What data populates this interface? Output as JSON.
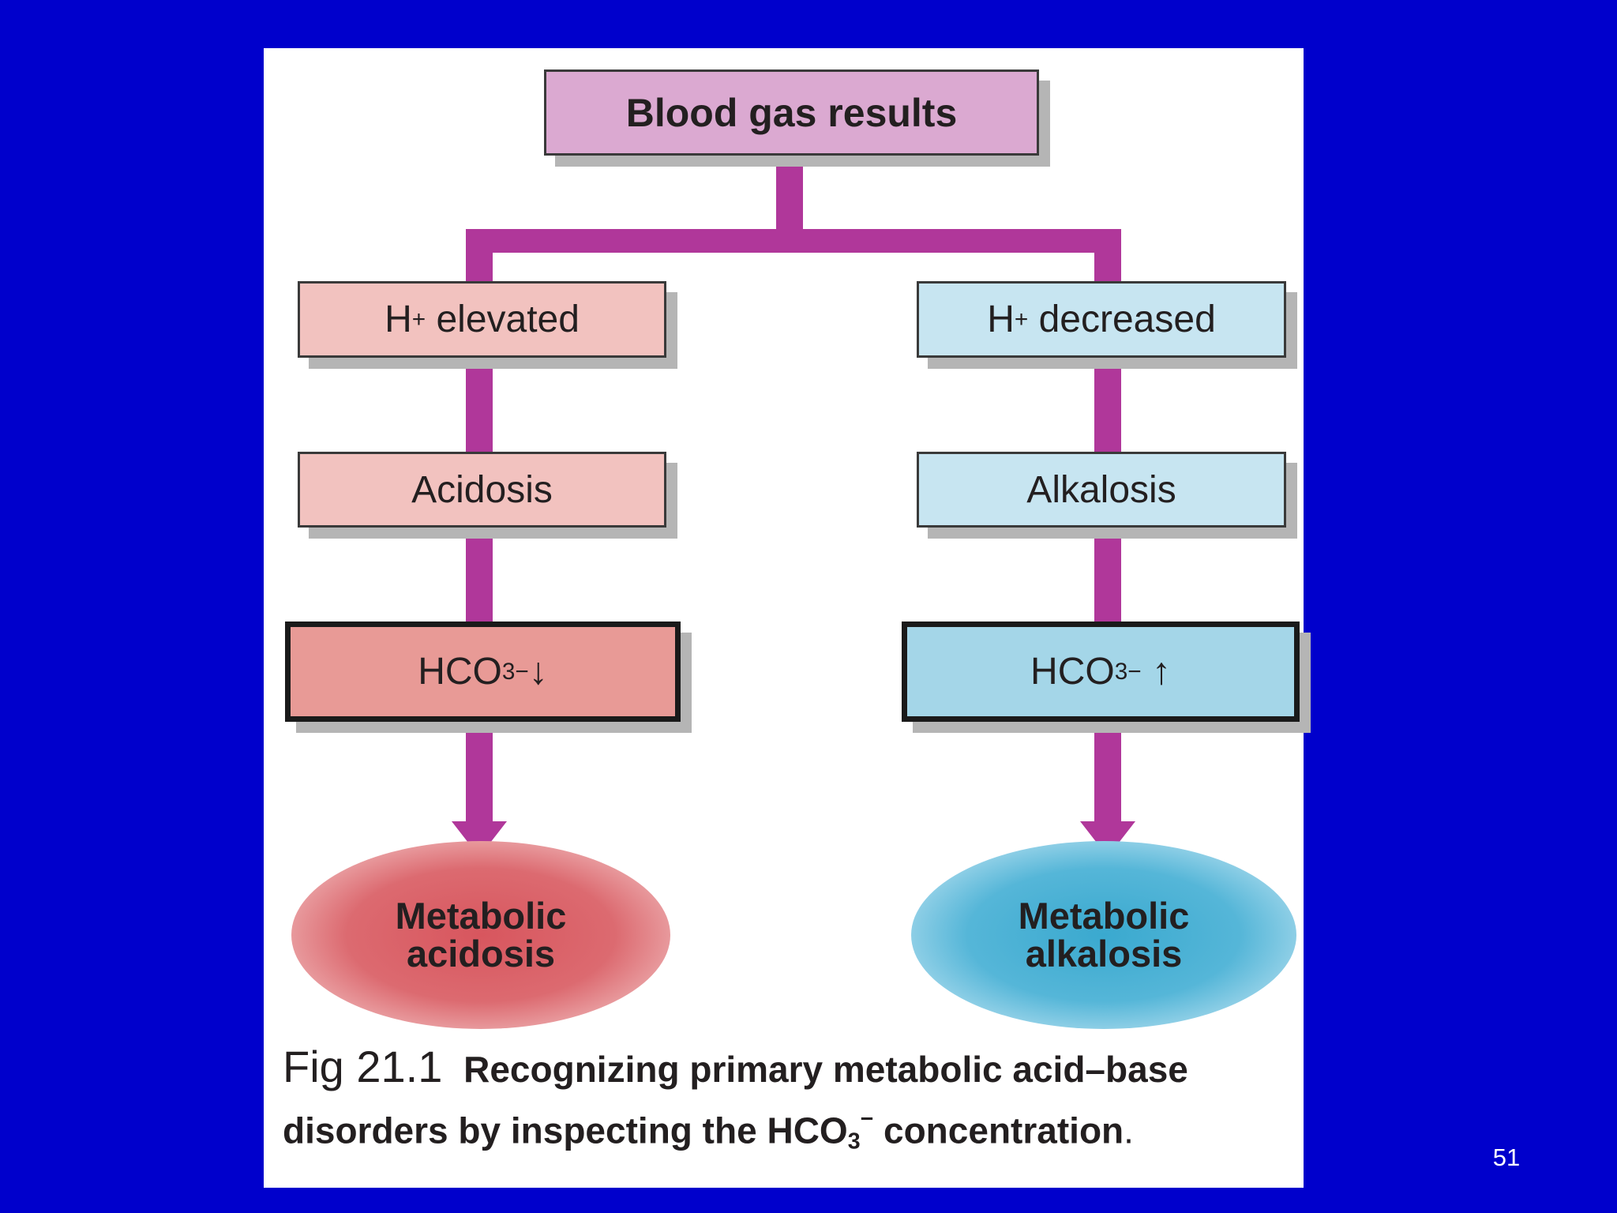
{
  "colors": {
    "background": "#0000CC",
    "connector": "#B0379A",
    "acid_light": "#F2C2BF",
    "acid_dark": "#E89A96",
    "base_light": "#C7E5F1",
    "base_dark": "#A4D6E8",
    "root": "#DBA9D1",
    "acid_ellipse": "#D8565E",
    "base_ellipse": "#3AA9CF"
  },
  "flow": {
    "root": "Blood gas results",
    "left": {
      "h_ion": {
        "symbol": "H",
        "sup": "+",
        "text": "elevated"
      },
      "state": "Acidosis",
      "bicarb": {
        "symbol": "HCO",
        "sub": "3",
        "sup": "−",
        "arrow": "↓"
      },
      "outcome": {
        "line1": "Metabolic",
        "line2": "acidosis"
      }
    },
    "right": {
      "h_ion": {
        "symbol": "H",
        "sup": "+",
        "text": "decreased"
      },
      "state": "Alkalosis",
      "bicarb": {
        "symbol": "HCO",
        "sub": "3",
        "sup": "−",
        "arrow": "↑"
      },
      "outcome": {
        "line1": "Metabolic",
        "line2": "alkalosis"
      }
    }
  },
  "caption": {
    "fig": "Fig 21.1",
    "text_a": "Recognizing primary metabolic acid–base disorders by inspecting the",
    "hco": "HCO",
    "sub": "3",
    "sup": "−",
    "text_b": "concentration",
    "end": "."
  },
  "page_number": "51"
}
